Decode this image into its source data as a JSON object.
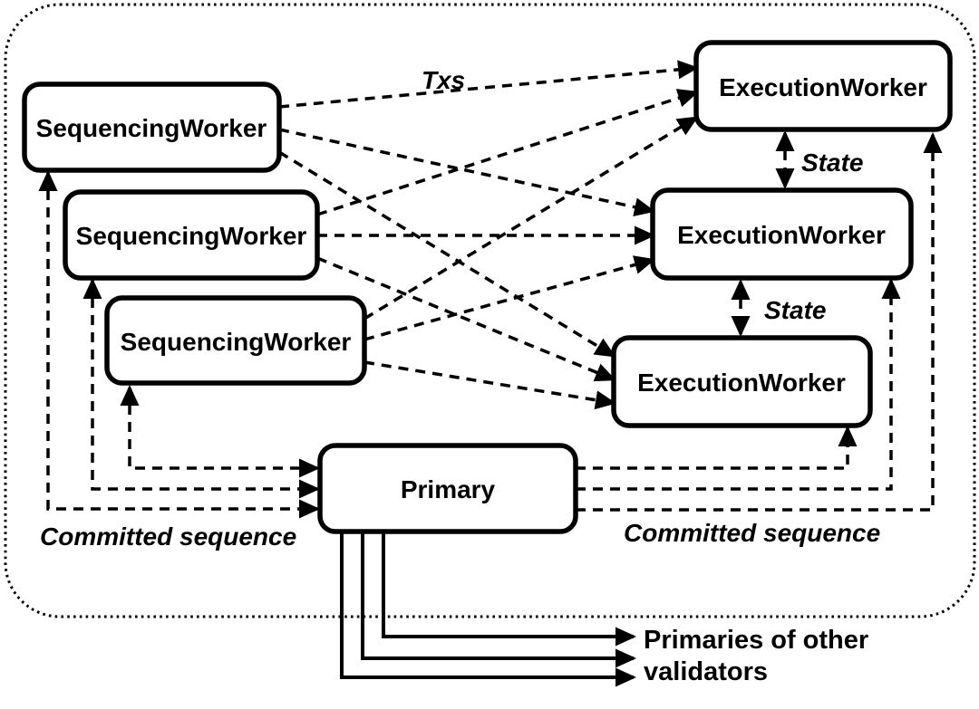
{
  "diagram": {
    "validator": {
      "sequencing_workers": [
        {
          "label": "SequencingWorker"
        },
        {
          "label": "SequencingWorker"
        },
        {
          "label": "SequencingWorker"
        }
      ],
      "execution_workers": [
        {
          "label": "ExecutionWorker"
        },
        {
          "label": "ExecutionWorker"
        },
        {
          "label": "ExecutionWorker"
        }
      ],
      "primary": {
        "label": "Primary"
      }
    },
    "edge_labels": {
      "txs": "Txs",
      "state_top": "State",
      "state_bottom": "State",
      "committed_sequence_left": "Committed sequence",
      "committed_sequence_right": "Committed sequence"
    },
    "external": {
      "primaries_line1": "Primaries of other",
      "primaries_line2": "validators"
    },
    "colors": {
      "ink": "#000000",
      "background": "#ffffff"
    }
  }
}
